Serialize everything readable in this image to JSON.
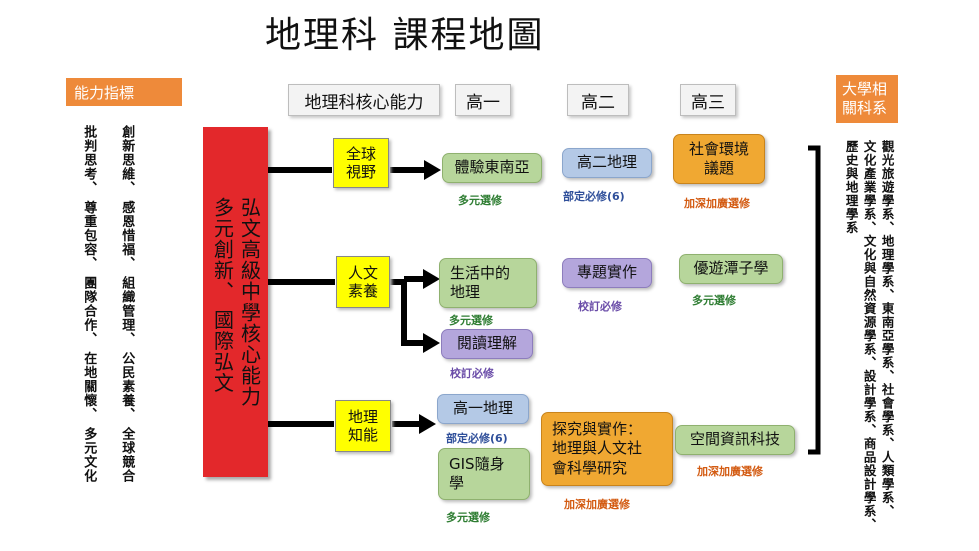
{
  "title": "地理科  課程地圖",
  "left_panel": {
    "label": "能力指標",
    "col1": "創新思維、 感恩惜福、 組織管理、 公民素養、 全球競合",
    "col2": "批判思考、 尊重包容、 團隊合作、 在地關懷、 多元文化"
  },
  "core_bar": {
    "line1": "弘文高級中學核心能力",
    "line2": "多元創新、 國際弘文"
  },
  "headers": {
    "core": "地理科核心能力",
    "g1": "高一",
    "g2": "高二",
    "g3": "高三"
  },
  "abilities": [
    {
      "label": "全球\n視野"
    },
    {
      "label": "人文\n素養"
    },
    {
      "label": "地理\n知能"
    }
  ],
  "courses": {
    "sea": {
      "label": "體驗東南亞",
      "note": "多元選修"
    },
    "g2geo": {
      "label": "高二地理",
      "note": "部定必修(6)"
    },
    "social": {
      "label": "社會環境\n議題",
      "note": "加深加廣選修"
    },
    "life": {
      "label": "生活中的\n地理",
      "note": "多元選修"
    },
    "reading": {
      "label": "閱讀理解",
      "note": "校訂必修"
    },
    "project": {
      "label": "專題實作",
      "note": "校訂必修"
    },
    "lake": {
      "label": "優遊潭子學",
      "note": "多元選修"
    },
    "g1geo": {
      "label": "高一地理",
      "note": "部定必修(6)"
    },
    "gis": {
      "label": "GIS隨身\n學",
      "note": "多元選修"
    },
    "inquiry": {
      "label": "探究與實作：\n地理與人文社\n會科學研究",
      "note": "加深加廣選修"
    },
    "spatial": {
      "label": "空間資訊科技",
      "note": "加深加廣選修"
    }
  },
  "right_panel": {
    "label": "大學相\n關科系",
    "col1": "觀光旅遊學系、地理學系、東南亞學系、社會學系、人類學系、",
    "col2": "文化產業學系、文化與自然資源學系、設計學系、商品設計學系、",
    "col3": "歷史與地理學系"
  },
  "colors": {
    "red": "#e3282b",
    "yellow": "#ffff00",
    "green": "#b7d69b",
    "blue": "#b4c9e6",
    "purple": "#b4a6dc",
    "orange": "#f0a832",
    "label_orange": "#ee8a3a"
  }
}
